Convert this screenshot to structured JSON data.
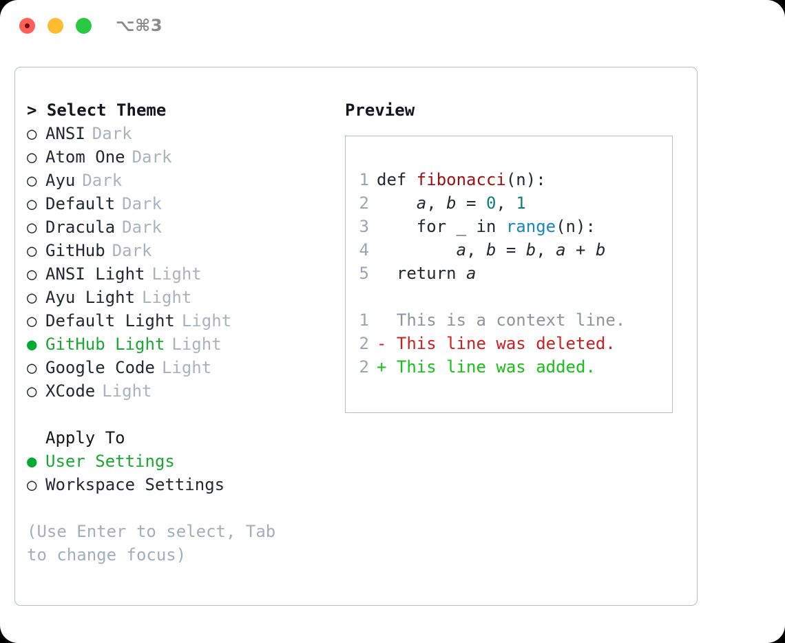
{
  "window": {
    "shortcut": "⌥⌘3",
    "traffic_lights": [
      "close-red",
      "minimize-yellow",
      "maximize-green"
    ]
  },
  "left": {
    "header": "> Select Theme",
    "themes": [
      {
        "marker": "○",
        "name": "ANSI",
        "tag": "Dark",
        "selected": false
      },
      {
        "marker": "○",
        "name": "Atom One",
        "tag": "Dark",
        "selected": false
      },
      {
        "marker": "○",
        "name": "Ayu",
        "tag": "Dark",
        "selected": false
      },
      {
        "marker": "○",
        "name": "Default",
        "tag": "Dark",
        "selected": false
      },
      {
        "marker": "○",
        "name": "Dracula",
        "tag": "Dark",
        "selected": false
      },
      {
        "marker": "○",
        "name": "GitHub",
        "tag": "Dark",
        "selected": false
      },
      {
        "marker": "○",
        "name": "ANSI Light",
        "tag": "Light",
        "selected": false
      },
      {
        "marker": "○",
        "name": "Ayu Light",
        "tag": "Light",
        "selected": false
      },
      {
        "marker": "○",
        "name": "Default Light",
        "tag": "Light",
        "selected": false
      },
      {
        "marker": "●",
        "name": "GitHub Light",
        "tag": "Light",
        "selected": true
      },
      {
        "marker": "○",
        "name": "Google Code",
        "tag": "Light",
        "selected": false
      },
      {
        "marker": "○",
        "name": "XCode",
        "tag": "Light",
        "selected": false
      }
    ],
    "apply_to": {
      "title": "Apply To",
      "options": [
        {
          "marker": "●",
          "name": "User Settings",
          "selected": true
        },
        {
          "marker": "○",
          "name": "Workspace Settings",
          "selected": false
        }
      ]
    },
    "hint": "(Use Enter to select, Tab to change focus)"
  },
  "right": {
    "title": "Preview",
    "code_lines": [
      {
        "num": "1",
        "segments": [
          {
            "text": "def ",
            "style": "plain"
          },
          {
            "text": "fibonacci",
            "style": "func"
          },
          {
            "text": "(n):",
            "style": "plain"
          }
        ]
      },
      {
        "num": "2",
        "segments": [
          {
            "text": "    ",
            "style": "plain"
          },
          {
            "text": "a",
            "style": "ital"
          },
          {
            "text": ", ",
            "style": "plain"
          },
          {
            "text": "b",
            "style": "ital"
          },
          {
            "text": " = ",
            "style": "plain"
          },
          {
            "text": "0",
            "style": "num"
          },
          {
            "text": ", ",
            "style": "plain"
          },
          {
            "text": "1",
            "style": "num"
          }
        ]
      },
      {
        "num": "3",
        "segments": [
          {
            "text": "    for _ in ",
            "style": "plain"
          },
          {
            "text": "range",
            "style": "call"
          },
          {
            "text": "(n):",
            "style": "plain"
          }
        ]
      },
      {
        "num": "4",
        "segments": [
          {
            "text": "        ",
            "style": "plain"
          },
          {
            "text": "a",
            "style": "ital"
          },
          {
            "text": ", ",
            "style": "plain"
          },
          {
            "text": "b",
            "style": "ital"
          },
          {
            "text": " = ",
            "style": "plain"
          },
          {
            "text": "b",
            "style": "ital"
          },
          {
            "text": ", ",
            "style": "plain"
          },
          {
            "text": "a",
            "style": "ital"
          },
          {
            "text": " + ",
            "style": "plain"
          },
          {
            "text": "b",
            "style": "ital"
          }
        ]
      },
      {
        "num": "5",
        "segments": [
          {
            "text": "  return ",
            "style": "plain"
          },
          {
            "text": "a",
            "style": "ital"
          }
        ]
      }
    ],
    "diff_lines": [
      {
        "num": "1",
        "prefix": "  ",
        "text": "This is a context line.",
        "kind": "context"
      },
      {
        "num": "2",
        "prefix": "- ",
        "text": "This line was deleted.",
        "kind": "deleted"
      },
      {
        "num": "2",
        "prefix": "+ ",
        "text": "This line was added.",
        "kind": "added"
      }
    ]
  },
  "colors": {
    "accent_green": "#1aa832",
    "muted_grey": "#a9b3c0",
    "border": "#b3bcc9",
    "func_red": "#9e1010",
    "number_teal": "#0e7e7c",
    "call_blue": "#1686c2",
    "diff_del_red": "#cc1f1f",
    "diff_add_green": "#16c116"
  }
}
